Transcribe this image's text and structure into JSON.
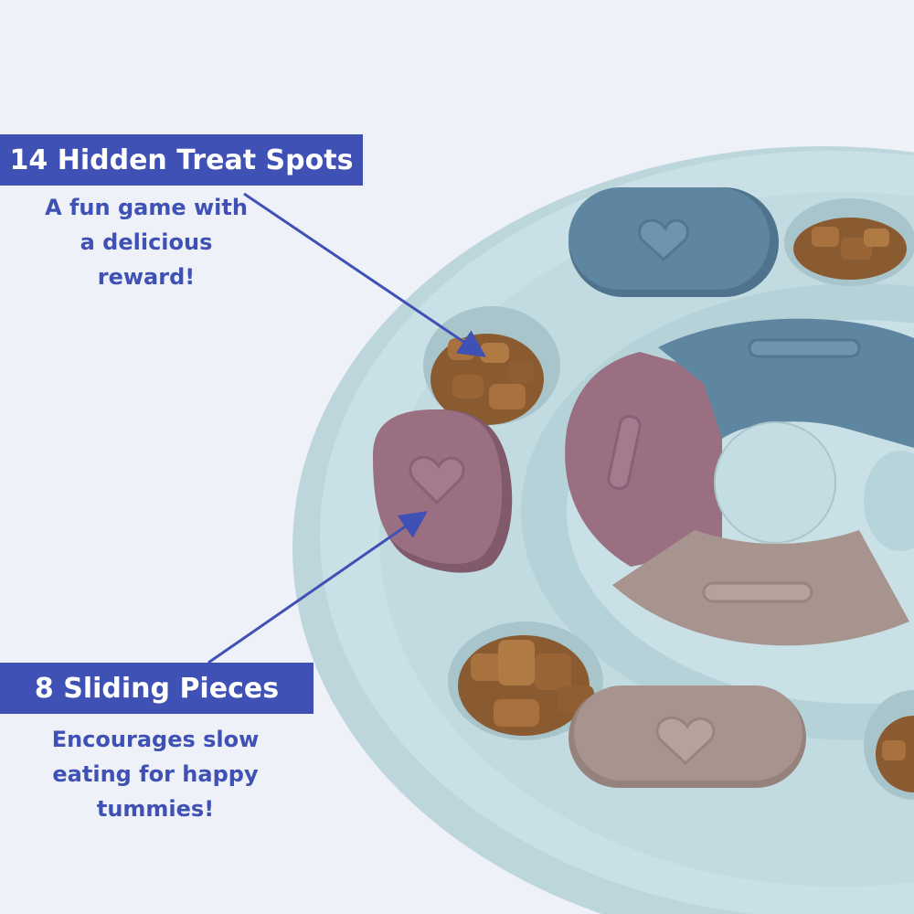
{
  "callouts": [
    {
      "title": "14 Hidden Treat Spots",
      "description_lines": [
        "A fun game with",
        "a delicious",
        "reward!"
      ]
    },
    {
      "title": "8 Sliding Pieces",
      "description_lines": [
        "Encourages slow",
        "eating for happy",
        "tummies!"
      ]
    }
  ],
  "colors": {
    "background": "#eef1f8",
    "accent": "#3f51b5",
    "bowl": "#c5dde3",
    "piece_blue": "#5f86a0",
    "piece_mauve": "#9a6f82",
    "piece_taupe": "#a8948f",
    "kibble": "#9a6a3a"
  }
}
